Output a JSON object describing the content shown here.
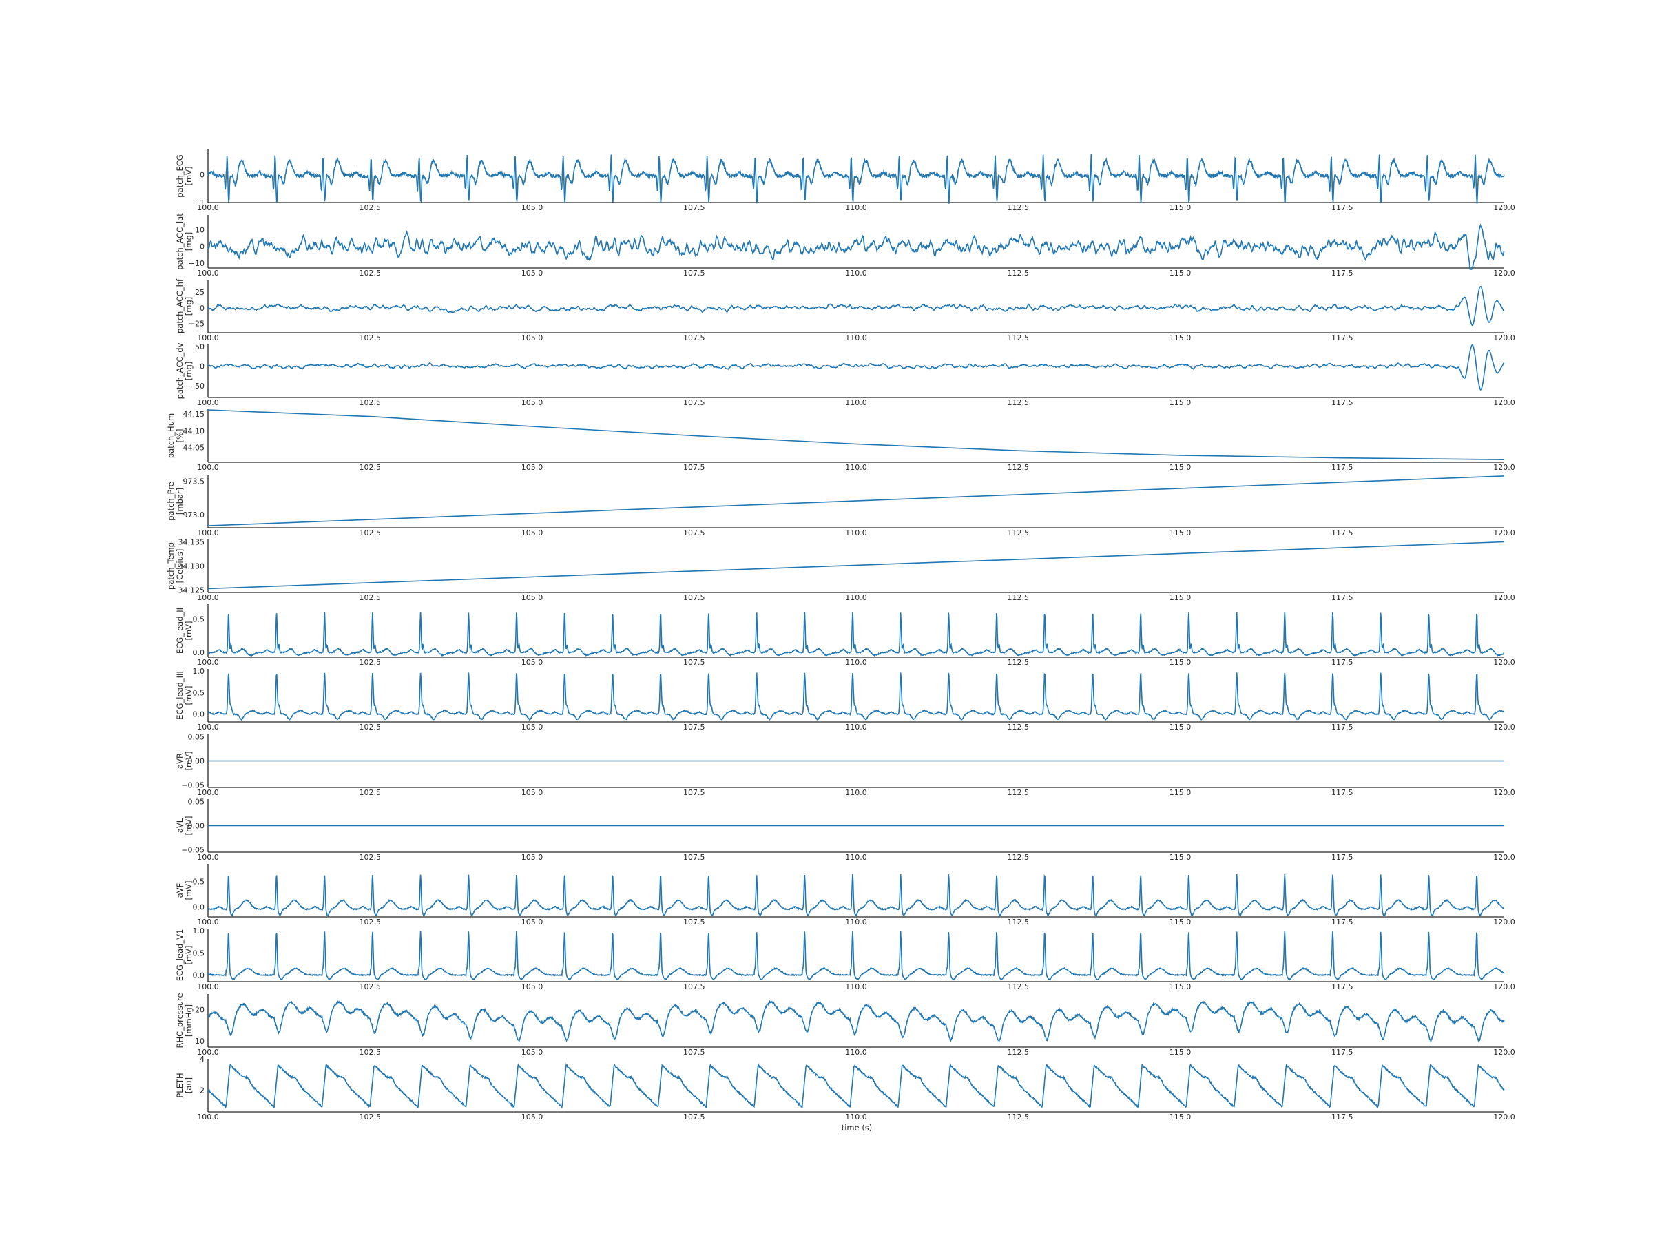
{
  "figure": {
    "xlabel": "time (s)"
  },
  "chart_data": [
    {
      "type": "line",
      "ylabel": [
        "patch_ECG",
        "[mV]"
      ],
      "xlim": [
        100.0,
        120.0
      ],
      "ylim": [
        -1.0,
        0.9
      ],
      "yticks": [
        {
          "v": 0,
          "l": "0"
        },
        {
          "v": -1,
          "l": "−1"
        }
      ],
      "xticks": [
        "100.0",
        "102.5",
        "105.0",
        "107.5",
        "110.0",
        "112.5",
        "115.0",
        "117.5",
        "120.0"
      ],
      "x": [
        100.0,
        120.0
      ],
      "signal": "patch-ecg",
      "beats": 27,
      "color": "#1f77b4"
    },
    {
      "type": "line",
      "ylabel": [
        "patch_ACC_lat",
        "[mg]"
      ],
      "xlim": [
        100.0,
        120.0
      ],
      "ylim": [
        -13,
        19
      ],
      "yticks": [
        {
          "v": 10,
          "l": "10"
        },
        {
          "v": 0,
          "l": "0"
        },
        {
          "v": -10,
          "l": "−10"
        }
      ],
      "xticks": [
        "100.0",
        "102.5",
        "105.0",
        "107.5",
        "110.0",
        "112.5",
        "115.0",
        "117.5",
        "120.0"
      ],
      "x": [
        100.0,
        120.0
      ],
      "signal": "acc-lat",
      "color": "#1f77b4"
    },
    {
      "type": "line",
      "ylabel": [
        "patch_ACC_hf",
        "[mg]"
      ],
      "xlim": [
        100.0,
        120.0
      ],
      "ylim": [
        -40,
        45
      ],
      "yticks": [
        {
          "v": 25,
          "l": "25"
        },
        {
          "v": 0,
          "l": "0"
        },
        {
          "v": -25,
          "l": "−25"
        }
      ],
      "xticks": [
        "100.0",
        "102.5",
        "105.0",
        "107.5",
        "110.0",
        "112.5",
        "115.0",
        "117.5",
        "120.0"
      ],
      "x": [
        100.0,
        120.0
      ],
      "signal": "acc-hf",
      "color": "#1f77b4"
    },
    {
      "type": "line",
      "ylabel": [
        "patch_ACC_dv",
        "[mg]"
      ],
      "xlim": [
        100.0,
        120.0
      ],
      "ylim": [
        -80,
        55
      ],
      "yticks": [
        {
          "v": 50,
          "l": "50"
        },
        {
          "v": 0,
          "l": "0"
        },
        {
          "v": -50,
          "l": "−50"
        }
      ],
      "xticks": [
        "100.0",
        "102.5",
        "105.0",
        "107.5",
        "110.0",
        "112.5",
        "115.0",
        "117.5",
        "120.0"
      ],
      "x": [
        100.0,
        120.0
      ],
      "signal": "acc-dv",
      "color": "#1f77b4"
    },
    {
      "type": "line",
      "ylabel": [
        "patch_Hum",
        "[%]"
      ],
      "xlim": [
        100.0,
        120.0
      ],
      "ylim": [
        44.005,
        44.165
      ],
      "yticks": [
        {
          "v": 44.15,
          "l": "44.15"
        },
        {
          "v": 44.1,
          "l": "44.10"
        },
        {
          "v": 44.05,
          "l": "44.05"
        }
      ],
      "xticks": [
        "100.0",
        "102.5",
        "105.0",
        "107.5",
        "110.0",
        "112.5",
        "115.0",
        "117.5",
        "120.0"
      ],
      "x": [
        100.0,
        102.5,
        105.0,
        107.5,
        110.0,
        112.5,
        115.0,
        117.5,
        120.0
      ],
      "y": [
        44.163,
        44.143,
        44.113,
        44.085,
        44.06,
        44.04,
        44.026,
        44.018,
        44.013
      ],
      "color": "#1f77b4"
    },
    {
      "type": "line",
      "ylabel": [
        "patch_Pre",
        "[mbar]"
      ],
      "xlim": [
        100.0,
        120.0
      ],
      "ylim": [
        972.8,
        973.6
      ],
      "yticks": [
        {
          "v": 973.5,
          "l": "973.5"
        },
        {
          "v": 973.0,
          "l": "973.0"
        }
      ],
      "xticks": [
        "100.0",
        "102.5",
        "105.0",
        "107.5",
        "110.0",
        "112.5",
        "115.0",
        "117.5",
        "120.0"
      ],
      "x": [
        100.0,
        120.0
      ],
      "y": [
        972.83,
        973.58
      ],
      "color": "#1f77b4"
    },
    {
      "type": "line",
      "ylabel": [
        "patch_Temp",
        "[Celsius]"
      ],
      "xlim": [
        100.0,
        120.0
      ],
      "ylim": [
        34.1245,
        34.1355
      ],
      "yticks": [
        {
          "v": 34.135,
          "l": "34.135"
        },
        {
          "v": 34.13,
          "l": "34.130"
        },
        {
          "v": 34.125,
          "l": "34.125"
        }
      ],
      "xticks": [
        "100.0",
        "102.5",
        "105.0",
        "107.5",
        "110.0",
        "112.5",
        "115.0",
        "117.5",
        "120.0"
      ],
      "x": [
        100.0,
        120.0
      ],
      "y": [
        34.1253,
        34.135
      ],
      "color": "#1f77b4"
    },
    {
      "type": "line",
      "ylabel": [
        "ECG_lead_II",
        "[mV]"
      ],
      "xlim": [
        100.0,
        120.0
      ],
      "ylim": [
        -0.07,
        0.72
      ],
      "yticks": [
        {
          "v": 0.5,
          "l": "0.5"
        },
        {
          "v": 0.0,
          "l": "0.0"
        }
      ],
      "xticks": [
        "100.0",
        "102.5",
        "105.0",
        "107.5",
        "110.0",
        "112.5",
        "115.0",
        "117.5",
        "120.0"
      ],
      "x": [
        100.0,
        120.0
      ],
      "signal": "ecg-ii",
      "beats": 27,
      "color": "#1f77b4"
    },
    {
      "type": "line",
      "ylabel": [
        "ECG_lead_III",
        "[mV]"
      ],
      "xlim": [
        100.0,
        120.0
      ],
      "ylim": [
        -0.18,
        1.05
      ],
      "yticks": [
        {
          "v": 1.0,
          "l": "1.0"
        },
        {
          "v": 0.5,
          "l": "0.5"
        },
        {
          "v": 0.0,
          "l": "0.0"
        }
      ],
      "xticks": [
        "100.0",
        "102.5",
        "105.0",
        "107.5",
        "110.0",
        "112.5",
        "115.0",
        "117.5",
        "120.0"
      ],
      "x": [
        100.0,
        120.0
      ],
      "signal": "ecg-iii",
      "beats": 27,
      "color": "#1f77b4"
    },
    {
      "type": "line",
      "ylabel": [
        "aVR",
        "[mV]"
      ],
      "xlim": [
        100.0,
        120.0
      ],
      "ylim": [
        -0.055,
        0.055
      ],
      "yticks": [
        {
          "v": 0.05,
          "l": "0.05"
        },
        {
          "v": 0.0,
          "l": "0.00"
        },
        {
          "v": -0.05,
          "l": "−0.05"
        }
      ],
      "xticks": [
        "100.0",
        "102.5",
        "105.0",
        "107.5",
        "110.0",
        "112.5",
        "115.0",
        "117.5",
        "120.0"
      ],
      "x": [
        100.0,
        120.0
      ],
      "y": [
        0.0,
        0.0
      ],
      "color": "#1f77b4"
    },
    {
      "type": "line",
      "ylabel": [
        "aVL",
        "[mV]"
      ],
      "xlim": [
        100.0,
        120.0
      ],
      "ylim": [
        -0.055,
        0.055
      ],
      "yticks": [
        {
          "v": 0.05,
          "l": "0.05"
        },
        {
          "v": 0.0,
          "l": "0.00"
        },
        {
          "v": -0.05,
          "l": "−0.05"
        }
      ],
      "xticks": [
        "100.0",
        "102.5",
        "105.0",
        "107.5",
        "110.0",
        "112.5",
        "115.0",
        "117.5",
        "120.0"
      ],
      "x": [
        100.0,
        120.0
      ],
      "y": [
        0.0,
        0.0
      ],
      "color": "#1f77b4"
    },
    {
      "type": "line",
      "ylabel": [
        "aVF",
        "[mV]"
      ],
      "xlim": [
        100.0,
        120.0
      ],
      "ylim": [
        -0.2,
        0.85
      ],
      "yticks": [
        {
          "v": 0.5,
          "l": "0.5"
        },
        {
          "v": 0.0,
          "l": "0.0"
        }
      ],
      "xticks": [
        "100.0",
        "102.5",
        "105.0",
        "107.5",
        "110.0",
        "112.5",
        "115.0",
        "117.5",
        "120.0"
      ],
      "x": [
        100.0,
        120.0
      ],
      "signal": "avf",
      "beats": 27,
      "color": "#1f77b4"
    },
    {
      "type": "line",
      "ylabel": [
        "ECG_lead_V1",
        "[mV]"
      ],
      "xlim": [
        100.0,
        120.0
      ],
      "ylim": [
        -0.15,
        1.05
      ],
      "yticks": [
        {
          "v": 1.0,
          "l": "1.0"
        },
        {
          "v": 0.5,
          "l": "0.5"
        },
        {
          "v": 0.0,
          "l": "0.0"
        }
      ],
      "xticks": [
        "100.0",
        "102.5",
        "105.0",
        "107.5",
        "110.0",
        "112.5",
        "115.0",
        "117.5",
        "120.0"
      ],
      "x": [
        100.0,
        120.0
      ],
      "signal": "v1",
      "beats": 27,
      "color": "#1f77b4"
    },
    {
      "type": "line",
      "ylabel": [
        "RHC_pressure",
        "[mmHg]"
      ],
      "xlim": [
        100.0,
        120.0
      ],
      "ylim": [
        8,
        25
      ],
      "yticks": [
        {
          "v": 20,
          "l": "20"
        },
        {
          "v": 10,
          "l": "10"
        }
      ],
      "xticks": [
        "100.0",
        "102.5",
        "105.0",
        "107.5",
        "110.0",
        "112.5",
        "115.0",
        "117.5",
        "120.0"
      ],
      "x": [
        100.0,
        120.0
      ],
      "signal": "rhc",
      "beats": 27,
      "color": "#1f77b4"
    },
    {
      "type": "line",
      "ylabel": [
        "PLETH",
        "[au]"
      ],
      "xlim": [
        100.0,
        120.0
      ],
      "ylim": [
        0.6,
        4.0
      ],
      "yticks": [
        {
          "v": 4,
          "l": "4"
        },
        {
          "v": 2,
          "l": "2"
        }
      ],
      "xticks": [
        "100.0",
        "102.5",
        "105.0",
        "107.5",
        "110.0",
        "112.5",
        "115.0",
        "117.5",
        "120.0"
      ],
      "x": [
        100.0,
        120.0
      ],
      "signal": "pleth",
      "beats": 27,
      "color": "#1f77b4"
    }
  ]
}
